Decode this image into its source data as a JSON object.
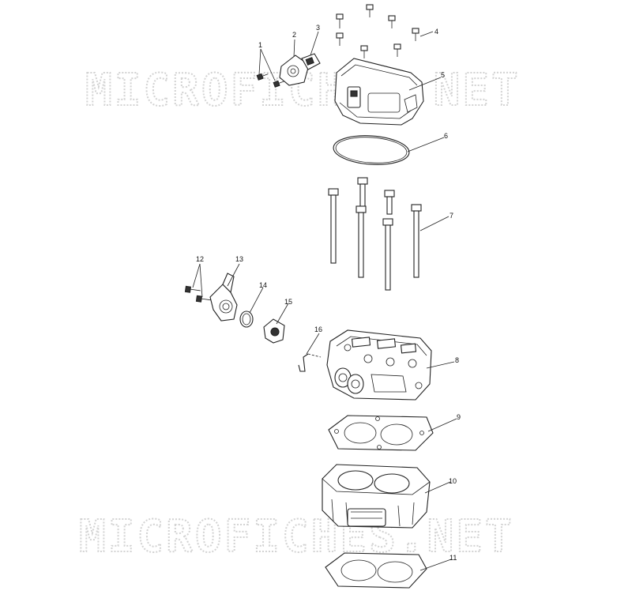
{
  "watermark_text": "MICROFICHES.NET",
  "callouts": [
    {
      "id": "1",
      "text": "1"
    },
    {
      "id": "2",
      "text": "2"
    },
    {
      "id": "3",
      "text": "3"
    },
    {
      "id": "4",
      "text": "4"
    },
    {
      "id": "5",
      "text": "5"
    },
    {
      "id": "6",
      "text": "6"
    },
    {
      "id": "7",
      "text": "7"
    },
    {
      "id": "8",
      "text": "8"
    },
    {
      "id": "9",
      "text": "9"
    },
    {
      "id": "10",
      "text": "10"
    },
    {
      "id": "11",
      "text": "11"
    },
    {
      "id": "12",
      "text": "12"
    },
    {
      "id": "13",
      "text": "13"
    },
    {
      "id": "14",
      "text": "14"
    },
    {
      "id": "15",
      "text": "15"
    },
    {
      "id": "16",
      "text": "16"
    }
  ]
}
